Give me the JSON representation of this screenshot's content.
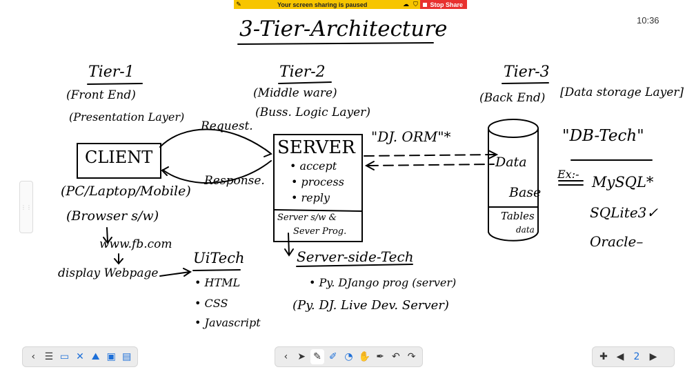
{
  "share_banner": {
    "message": "Your screen sharing is paused",
    "stop_label": "Stop Share"
  },
  "clock": "10:36",
  "board": {
    "title": "3-Tier-Architecture",
    "tier1": {
      "label": "Tier-1",
      "sub1": "(Front End)",
      "sub2": "(Presentation Layer)"
    },
    "tier2": {
      "label": "Tier-2",
      "sub1": "(Middle ware)",
      "sub2": "(Buss. Logic Layer)"
    },
    "tier3": {
      "label": "Tier-3",
      "sub1": "(Back End)",
      "sub2": "[Data storage Layer]"
    },
    "client": {
      "box": "CLIENT",
      "devices": "(PC/Laptop/Mobile)",
      "browser": "(Browser s/w)",
      "url": "www.fb.com",
      "display": "display Webpage"
    },
    "arrows": {
      "request": "Request.",
      "response": "Response.",
      "orm": "\"DJ. ORM\"*"
    },
    "server": {
      "title": "SERVER",
      "steps": [
        "• accept",
        "• process",
        "• reply"
      ],
      "footer1": "Server s/w &",
      "footer2": "Sever Prog."
    },
    "database": {
      "top": "Data",
      "bottom": "Base",
      "tables1": "Tables",
      "tables2": "data"
    },
    "ui_tech": {
      "title": "UiTech",
      "items": [
        "• HTML",
        "• CSS",
        "• Javascript"
      ]
    },
    "server_tech": {
      "title": "Server-side-Tech",
      "line1": "• Py. DJango prog (server)",
      "line2": "(Py. DJ. Live Dev. Server)"
    },
    "db_tech": {
      "title": "\"DB-Tech\"",
      "ex": "Ex:-",
      "items": [
        "MySQL*",
        "SQLite3✓",
        "Oracle–"
      ]
    }
  },
  "toolbar": {
    "left_icons": [
      "menu-icon",
      "screen-icon",
      "tools-icon",
      "image-icon",
      "gallery-icon",
      "save-icon"
    ],
    "mid_icons": [
      "select-icon",
      "pen-icon",
      "eraser-icon",
      "shape-icon",
      "hand-icon",
      "highlighter-icon",
      "undo-icon",
      "redo-icon"
    ],
    "page": "2"
  }
}
